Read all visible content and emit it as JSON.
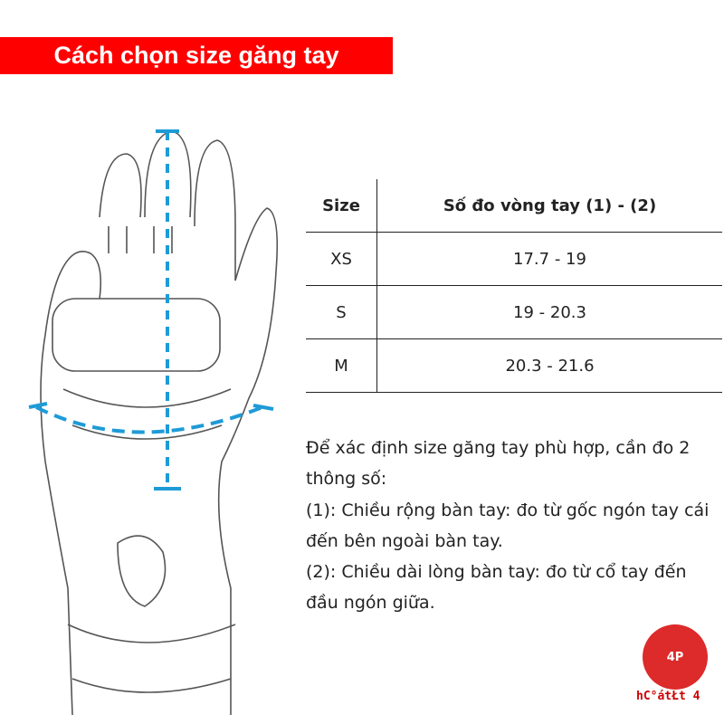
{
  "header": {
    "title": "Cách chọn size găng tay"
  },
  "table": {
    "headers": [
      "Size",
      "Số đo vòng tay (1) - (2)"
    ],
    "rows": [
      [
        "XS",
        "17.7 - 19"
      ],
      [
        "S",
        "19 - 20.3"
      ],
      [
        "M",
        "20.3 - 21.6"
      ]
    ]
  },
  "description": [
    "Để xác định size găng tay phù hợp, cần đo 2 thông số:",
    "(1): Chiều rộng bàn tay: đo từ gốc ngón tay cái đến bên ngoài bàn tay.",
    "(2): Chiều dài lòng bàn tay: đo từ cổ tay đến đầu ngón giữa."
  ],
  "logo": {
    "text": "4P",
    "caption": "hC°átŁt 4"
  },
  "colors": {
    "banner": "#ff0000",
    "measure": "#1e9bd7",
    "logo": "#dd2a2a"
  }
}
